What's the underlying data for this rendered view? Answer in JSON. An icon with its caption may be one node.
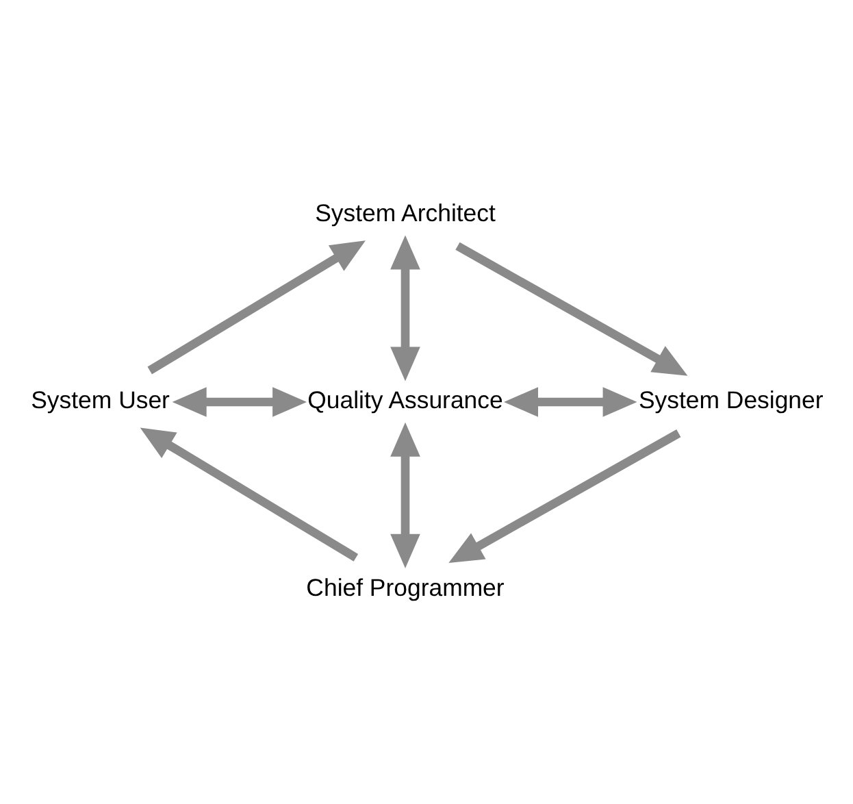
{
  "diagram": {
    "nodes": [
      {
        "text": [
          "System Architect"
        ]
      },
      {
        "text": [
          "System User"
        ]
      },
      {
        "text": [
          "Quality Assurance"
        ]
      },
      {
        "text": [
          "System Designer"
        ]
      },
      {
        "text": [
          "Chief Programmer"
        ]
      }
    ],
    "edges": [
      {
        "from": 1,
        "to": 0,
        "arrow": "to"
      },
      {
        "from": 0,
        "to": 3,
        "arrow": "to"
      },
      {
        "from": 3,
        "to": 4,
        "arrow": "to"
      },
      {
        "from": 4,
        "to": 1,
        "arrow": "to"
      },
      {
        "from": 0,
        "to": 2,
        "arrow": "both"
      },
      {
        "from": 1,
        "to": 2,
        "arrow": "both"
      },
      {
        "from": 2,
        "to": 3,
        "arrow": "both"
      },
      {
        "from": 2,
        "to": 4,
        "arrow": "both"
      }
    ]
  }
}
